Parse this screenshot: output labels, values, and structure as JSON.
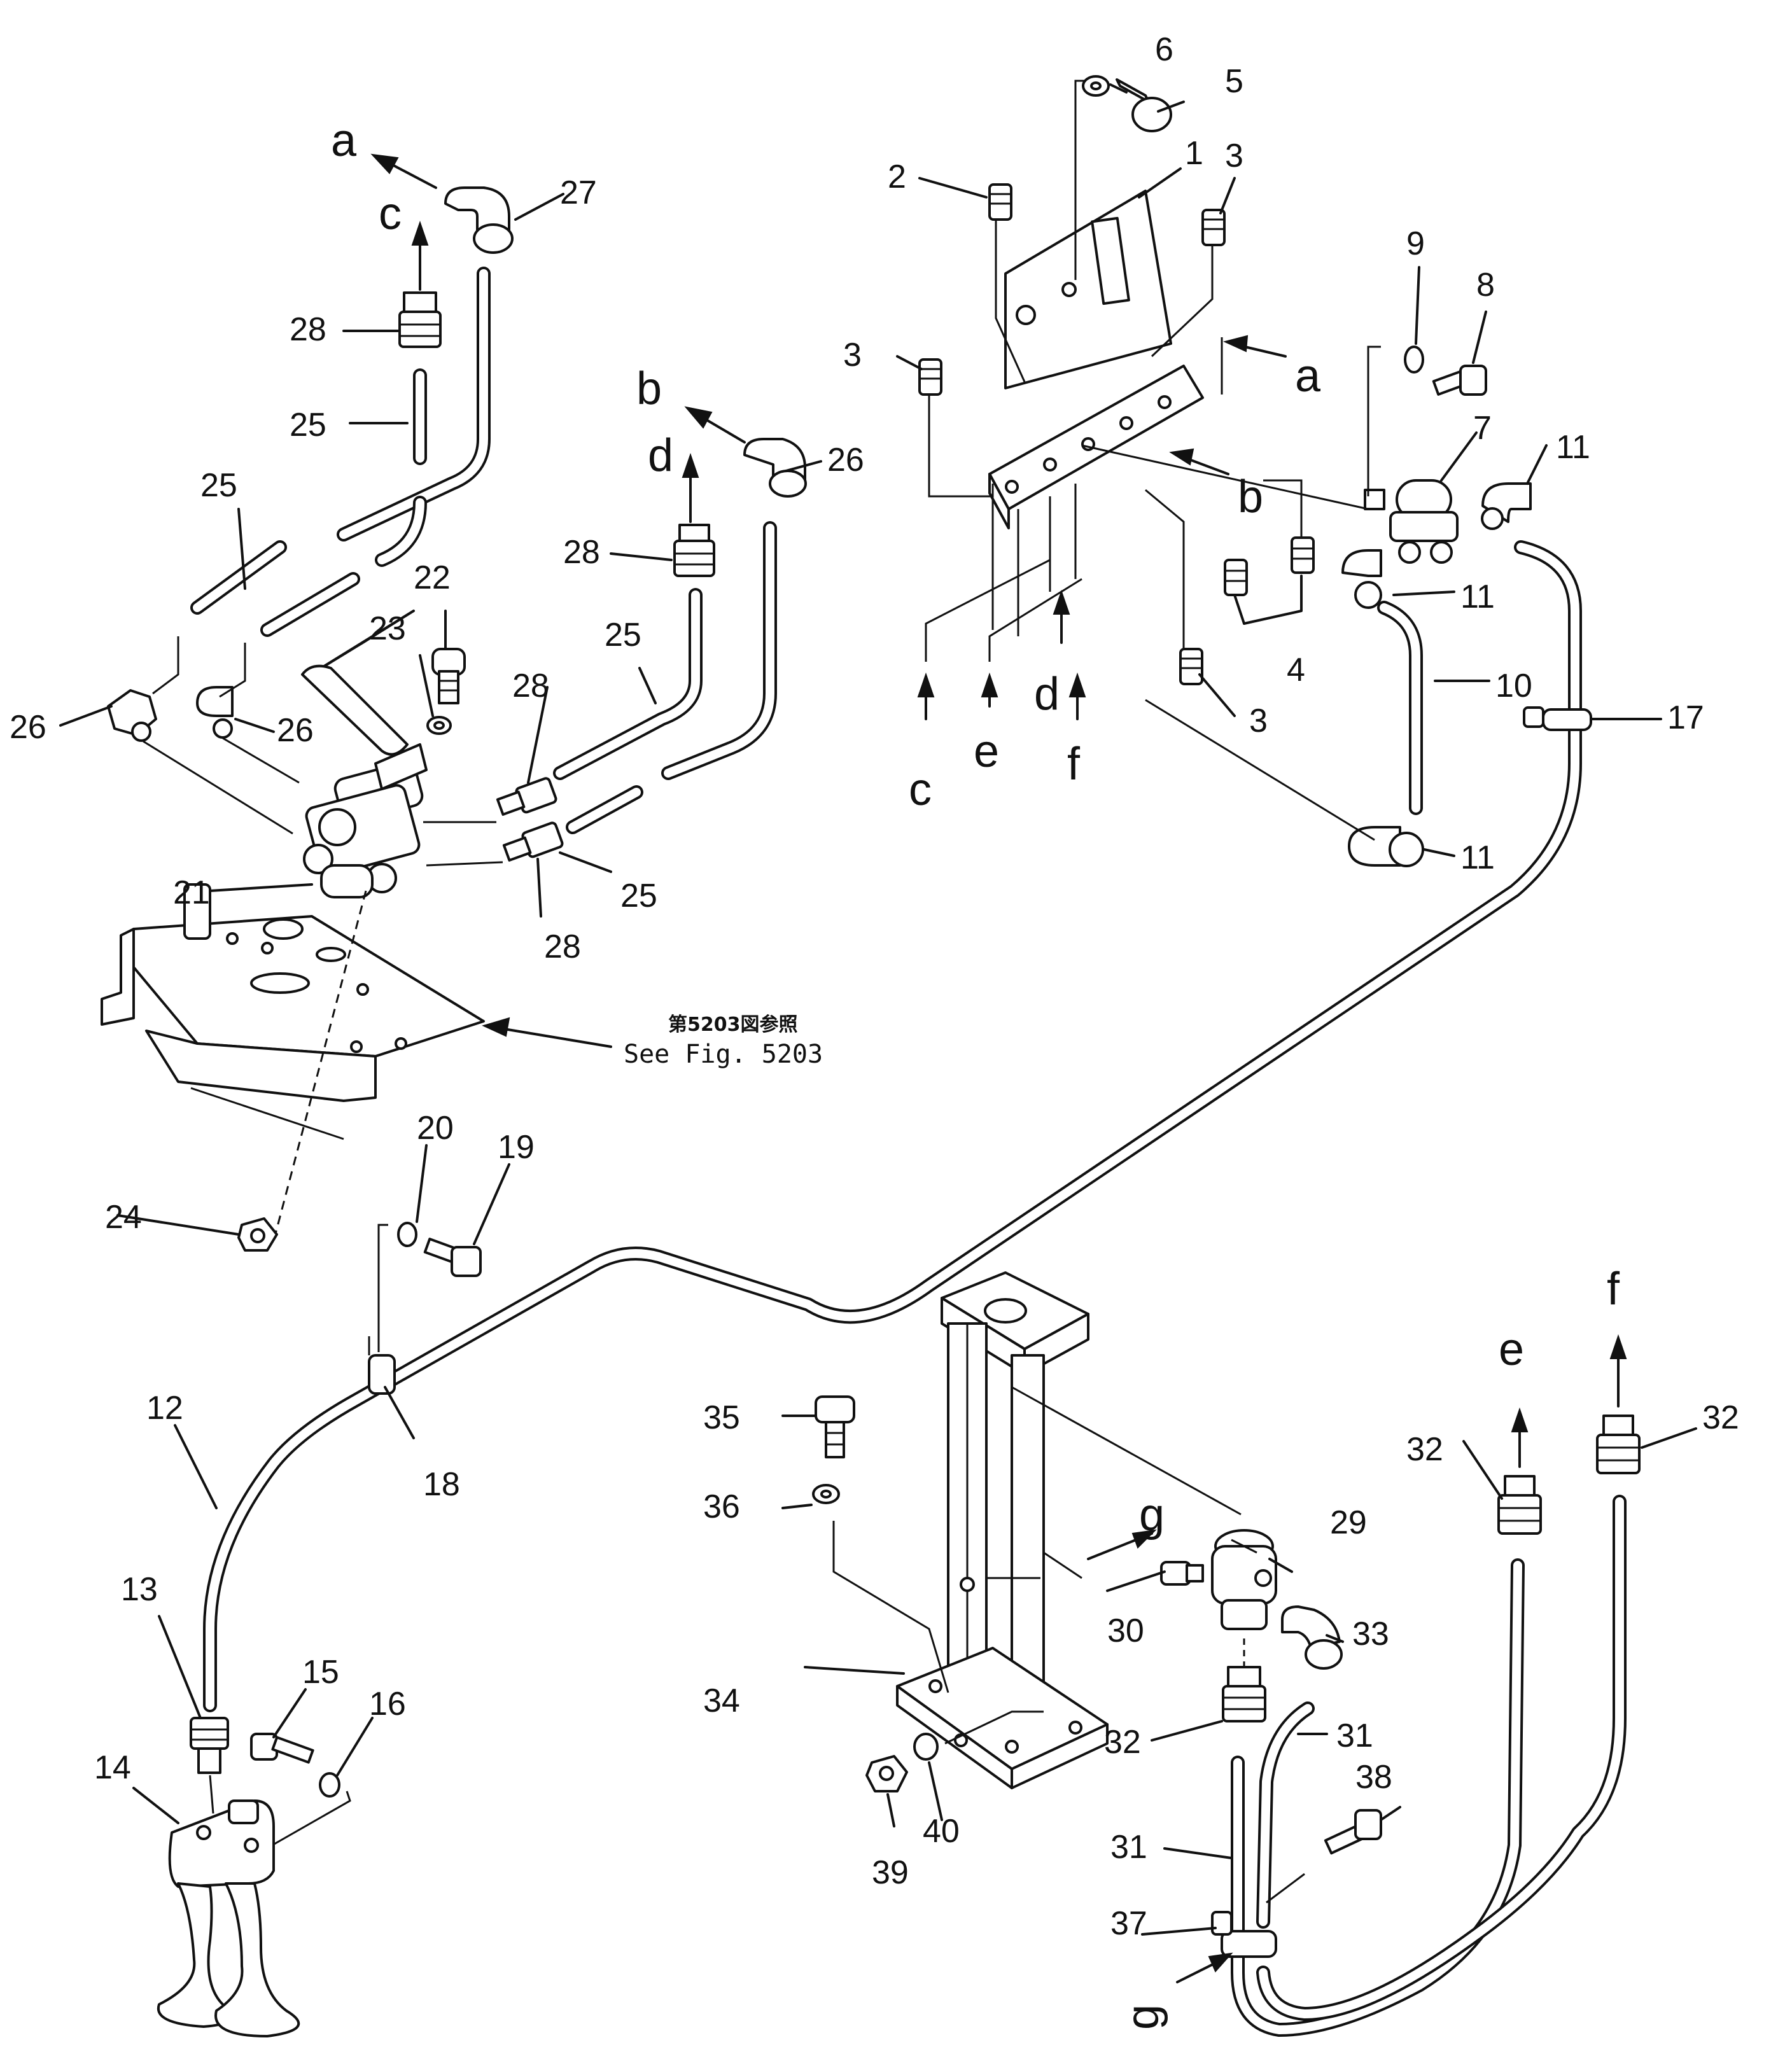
{
  "callouts": {
    "n1": "1",
    "n2": "2",
    "n3a": "3",
    "n3b": "3",
    "n3c": "3",
    "n4": "4",
    "n5": "5",
    "n6": "6",
    "n7": "7",
    "n8": "8",
    "n9": "9",
    "n10": "10",
    "n11a": "11",
    "n11b": "11",
    "n11c": "11",
    "n12": "12",
    "n13": "13",
    "n14": "14",
    "n15": "15",
    "n16": "16",
    "n17": "17",
    "n18": "18",
    "n19": "19",
    "n20": "20",
    "n21": "21",
    "n22": "22",
    "n23": "23",
    "n24": "24",
    "n25a": "25",
    "n25b": "25",
    "n25c": "25",
    "n25d": "25",
    "n26a": "26",
    "n26b": "26",
    "n26c": "26",
    "n27": "27",
    "n28a": "28",
    "n28b": "28",
    "n28c": "28",
    "n28d": "28",
    "n29": "29",
    "n30": "30",
    "n31a": "31",
    "n31b": "31",
    "n32a": "32",
    "n32b": "32",
    "n32c": "32",
    "n33": "33",
    "n34": "34",
    "n35": "35",
    "n36": "36",
    "n37": "37",
    "n38": "38",
    "n39": "39",
    "n40": "40"
  },
  "connection_letters": {
    "a1": "a",
    "a2": "a",
    "b1": "b",
    "b2": "b",
    "c1": "c",
    "c2": "c",
    "d1": "d",
    "d2": "d",
    "e1": "e",
    "e2": "e",
    "f1": "f",
    "f2": "f",
    "g1": "g",
    "g2": "g"
  },
  "reference_note": {
    "japanese": "第5203図参照",
    "english": "See Fig. 5203"
  }
}
